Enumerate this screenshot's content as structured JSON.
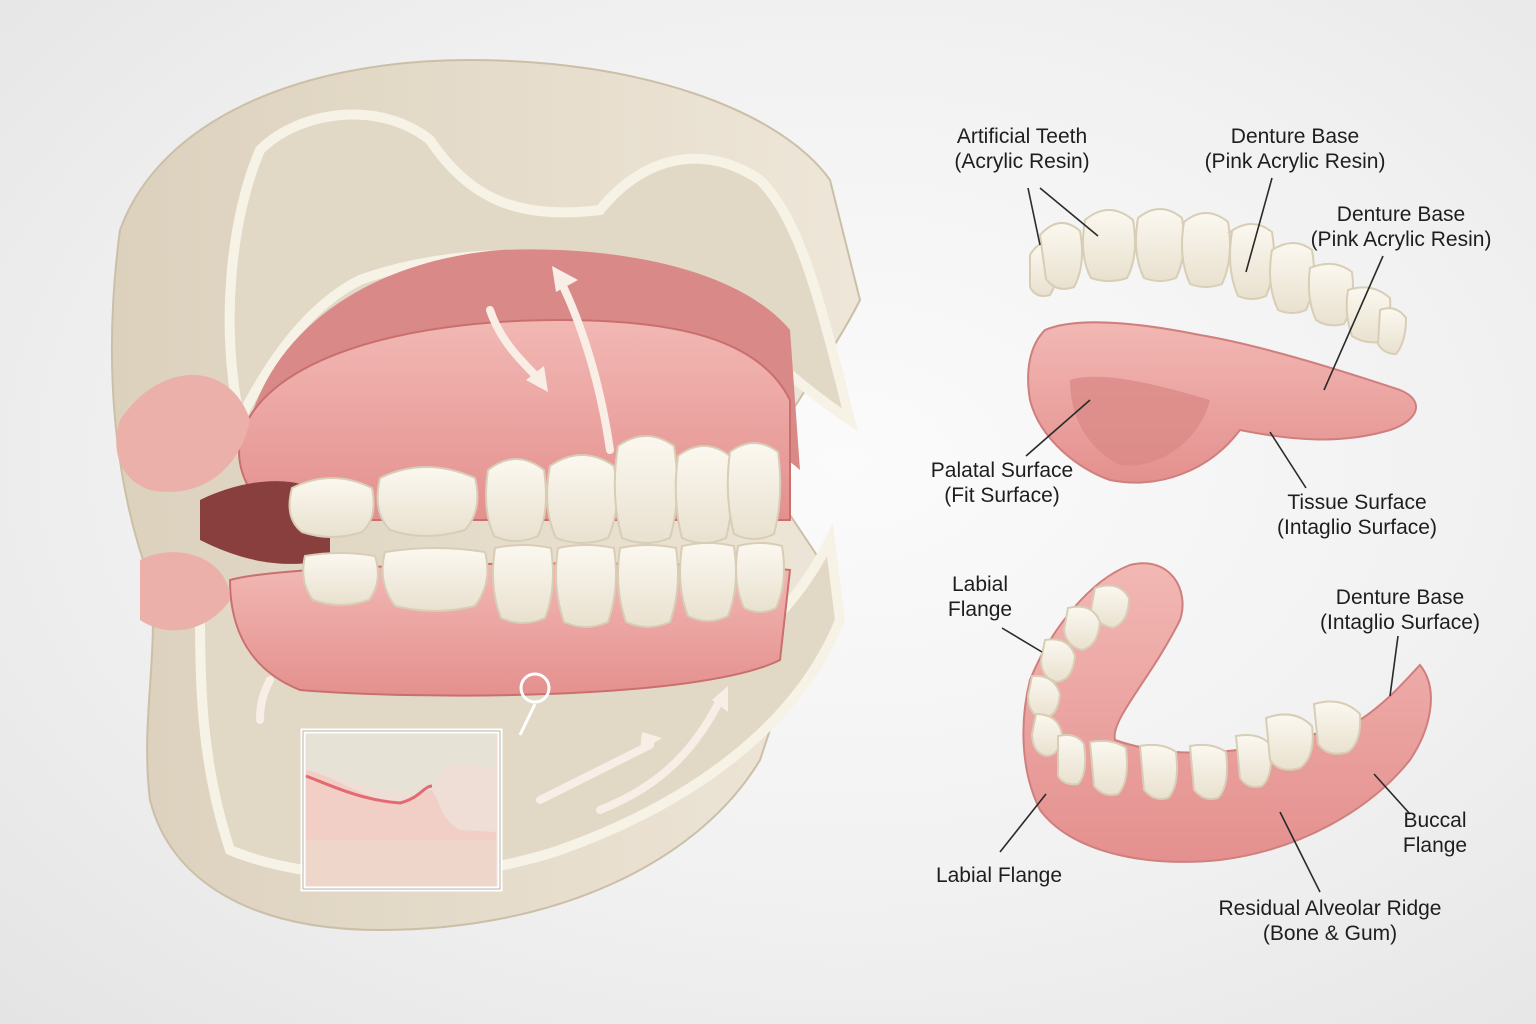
{
  "colors": {
    "bone": "#e5dccb",
    "bone_outline": "#f7f2e6",
    "gum": "#eba5a2",
    "gum_dark": "#c9706f",
    "tooth": "#f7f2e6",
    "ink": "#1e1e1e"
  },
  "labels": {
    "artificial_teeth": {
      "line1": "Artificial Teeth",
      "line2": "(Acrylic Resin)"
    },
    "denture_base_top": {
      "line1": "Denture Base",
      "line2": "(Pink Acrylic Resin)"
    },
    "denture_base_right": {
      "line1": "Denture Base",
      "line2": "(Pink Acrylic Resin)"
    },
    "palatal_surface": {
      "line1": "Palatal Surface",
      "line2": "(Fit Surface)"
    },
    "tissue_surface": {
      "line1": "Tissue Surface",
      "line2": "(Intaglio Surface)"
    },
    "labial_flange_top": {
      "line1": "Labial",
      "line2": "Flange"
    },
    "denture_base_intaglio": {
      "line1": "Denture Base",
      "line2": "(Intaglio Surface)"
    },
    "buccal_flange": {
      "line1": "Buccal",
      "line2": "Flange"
    },
    "labial_flange_bottom": {
      "line1": "Labial Flange"
    },
    "residual_ridge": {
      "line1": "Residual Alveolar Ridge",
      "line2": "(Bone & Gum)"
    }
  }
}
